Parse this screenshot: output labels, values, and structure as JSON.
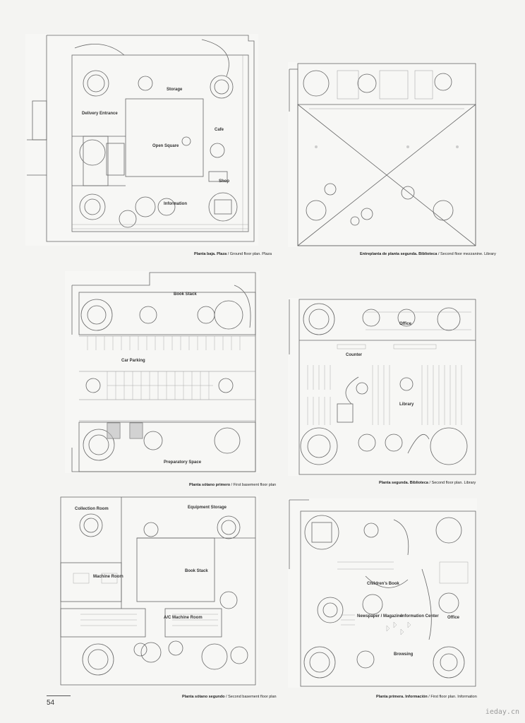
{
  "page_number": "54",
  "watermark": "ieday.cn",
  "plans": {
    "ground": {
      "caption_bold": "Planta baja. Plaza",
      "caption_rest": " / Ground floor plan. Plaza",
      "labels": {
        "storage": "Storage",
        "delivery": "Delivery Entrance",
        "open_square": "Open Square",
        "cafe": "Cafe",
        "shop": "Shop",
        "information": "Information"
      }
    },
    "mezzanine": {
      "caption_bold": "Entreplanta de planta segunda. Biblioteca",
      "caption_rest": " / Second floor mezzanine. Library",
      "labels": {}
    },
    "basement1": {
      "caption_bold": "Planta sótano primero",
      "caption_rest": " / First basement floor plan",
      "labels": {
        "book_stack": "Book Stack",
        "car_parking": "Car Parking",
        "preparatory": "Preparatory Space"
      }
    },
    "second": {
      "caption_bold": "Planta segunda. Biblioteca",
      "caption_rest": " / Second floor plan. Library",
      "labels": {
        "office": "Office",
        "counter": "Counter",
        "library": "Library"
      }
    },
    "basement2": {
      "caption_bold": "Planta sótano segundo",
      "caption_rest": " / Second basement floor plan",
      "labels": {
        "collection": "Collection Room",
        "equipment": "Equipment Storage",
        "machine": "Machine Room",
        "book_stack": "Book Stack",
        "ac_machine": "A/C Machine Room"
      }
    },
    "first": {
      "caption_bold": "Planta primera. Información",
      "caption_rest": " / First floor plan. Information",
      "labels": {
        "childrens": "Children's Book",
        "newspaper": "Newspaper / Magazine",
        "info_center": "Information Center",
        "office": "Office",
        "browsing": "Browsing"
      }
    }
  }
}
